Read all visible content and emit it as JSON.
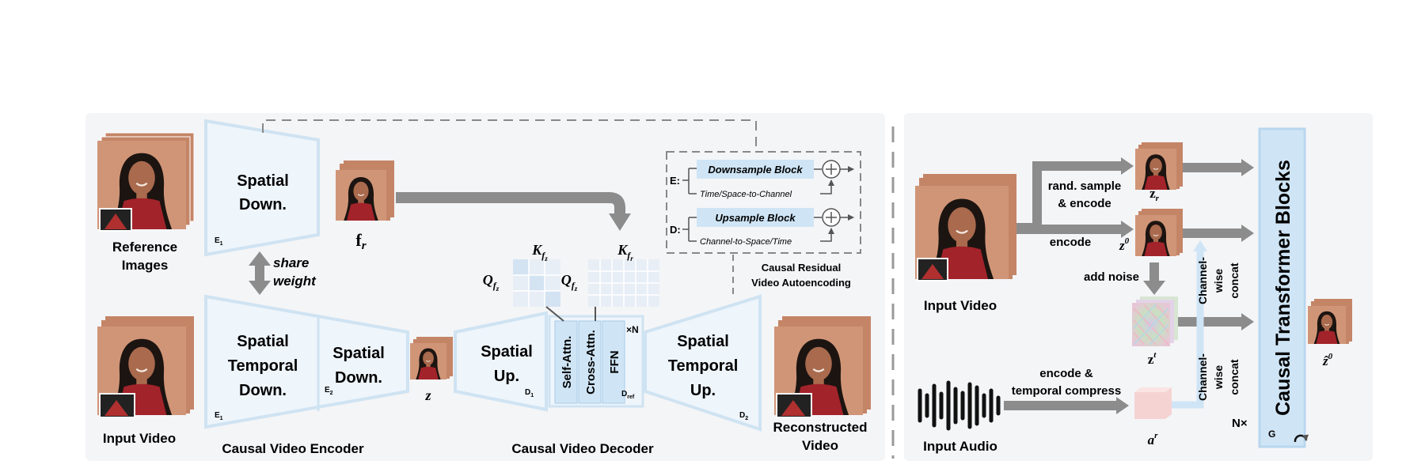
{
  "left": {
    "reference_images": [
      "Reference",
      "Images"
    ],
    "spatial_down_top": [
      "Spatial",
      "Down."
    ],
    "e1_label": "E",
    "e1_sub": "1",
    "fr_label": "f",
    "fr_sub": "r",
    "share_weight": [
      "share",
      "weight"
    ],
    "spatial_temporal_down": [
      "Spatial",
      "Temporal",
      "Down."
    ],
    "spatial_down_bottom": [
      "Spatial",
      "Down."
    ],
    "e2_label": "E",
    "e2_sub": "2",
    "z_label": "z",
    "input_video": "Input Video",
    "causal_video_encoder": "Causal Video Encoder",
    "spatial_up": [
      "Spatial",
      "Up."
    ],
    "d1_label": "D",
    "d1_sub": "1",
    "self_attn": "Self-Attn.",
    "cross_attn": "Cross-Attn.",
    "ffn": "FFN",
    "times_n": "×N",
    "dref_label": "D",
    "dref_sub": "ref",
    "q_fz": {
      "base": "Q",
      "sub": "f",
      "subsub": "z"
    },
    "k_fz": {
      "base": "K",
      "sub": "f",
      "subsub": "z"
    },
    "q_fz2": {
      "base": "Q",
      "sub": "f",
      "subsub": "z"
    },
    "k_fr": {
      "base": "K",
      "sub": "f",
      "subsub": "r"
    },
    "spatial_temporal_up": [
      "Spatial",
      "Temporal",
      "Up."
    ],
    "d2_label": "D",
    "d2_sub": "2",
    "reconstructed_video": [
      "Reconstructed",
      "Video"
    ],
    "causal_video_decoder": "Causal Video Decoder",
    "residual": {
      "e_prefix": "E:",
      "d_prefix": "D:",
      "downsample_block": "Downsample Block",
      "time_space_to_channel": "Time/Space-to-Channel",
      "upsample_block": "Upsample Block",
      "channel_to_space_time": "Channel-to-Space/Time",
      "caption": [
        "Causal Residual",
        "Video Autoencoding"
      ]
    }
  },
  "right": {
    "input_video": "Input Video",
    "rand_sample": [
      "rand. sample",
      "& encode"
    ],
    "encode": "encode",
    "zr_label": {
      "base": "z",
      "sub": "r"
    },
    "z0_label": {
      "base": "z",
      "sup": "0"
    },
    "add_noise": "add noise",
    "zt_label": {
      "base": "z",
      "sup": "t"
    },
    "channel_wise_concat_top": [
      "Channel-",
      "wise",
      "concat"
    ],
    "channel_wise_concat_bottom": [
      "Channel-",
      "wise",
      "concat"
    ],
    "encode_temporal": [
      "encode &",
      "temporal compress"
    ],
    "a_label": {
      "base": "a",
      "sup": "r"
    },
    "input_audio": "Input Audio",
    "causal_transformer": "Causal Transformer Blocks",
    "g_label": "G",
    "n_times": "N×",
    "z0_hat": {
      "base": "ẑ",
      "sup": "0"
    }
  },
  "colors": {
    "panel": "#f4f5f7",
    "trapezoid_fill": "#eef5fb",
    "trapezoid_stroke": "#cfe3f2",
    "block_blue": "#cfe5f6",
    "grey_arrow": "#8c8c8c",
    "skin_bg": "#c98a6c",
    "dress": "#a3232a"
  }
}
